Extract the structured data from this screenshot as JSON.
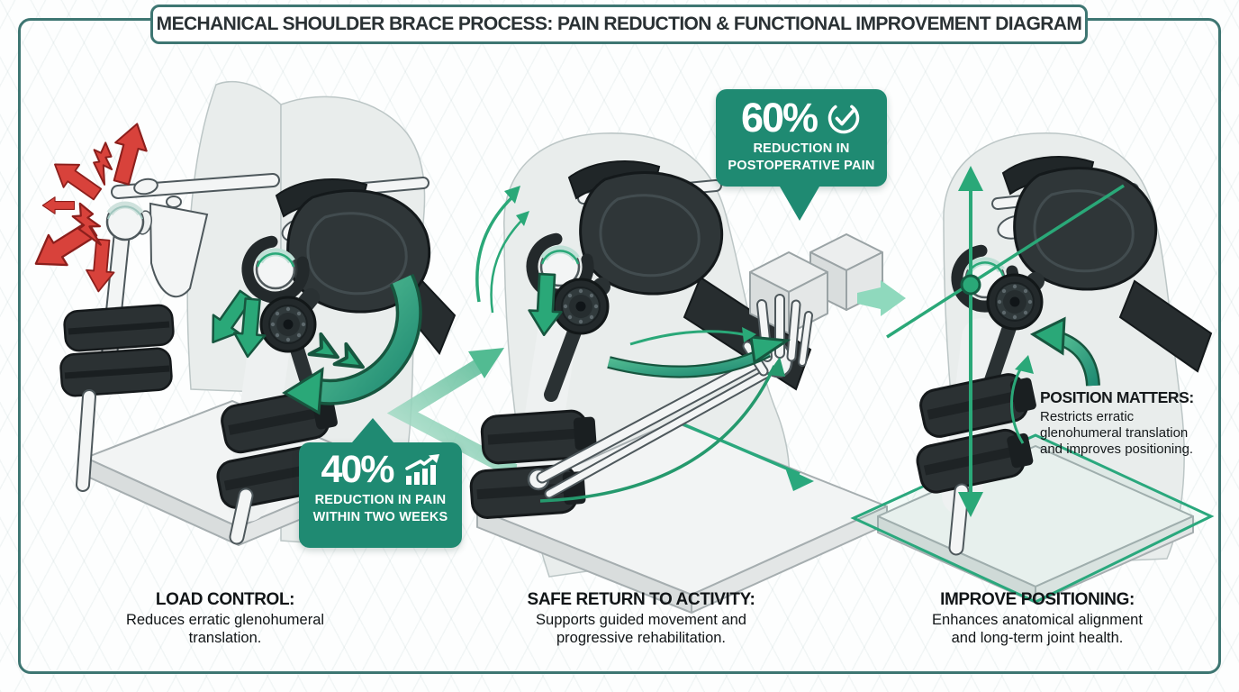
{
  "title": "MECHANICAL SHOULDER BRACE PROCESS: PAIN REDUCTION & FUNCTIONAL IMPROVEMENT DIAGRAM",
  "badges": {
    "b60": {
      "value": "60%",
      "line1": "REDUCTION IN",
      "line2": "POSTOPERATIVE PAIN",
      "icon": "check-circle-icon"
    },
    "b40": {
      "value": "40%",
      "line1": "REDUCTION IN PAIN",
      "line2": "WITHIN TWO WEEKS",
      "icon": "trend-up-chart-icon"
    }
  },
  "note": {
    "heading": "POSITION MATTERS:",
    "body": "Restricts erratic glenohumeral translation and improves positioning."
  },
  "captions": [
    {
      "heading": "LOAD CONTROL:",
      "body": "Reduces erratic glenohumeral translation."
    },
    {
      "heading": "SAFE RETURN TO ACTIVITY:",
      "body": "Supports guided movement and progressive rehabilitation."
    },
    {
      "heading": "IMPROVE POSITIONING:",
      "body": "Enhances anatomical alignment and long-term joint health."
    }
  ],
  "colors": {
    "accent_teal": "#1f8a72",
    "frame_border": "#3e7672",
    "arrow_green": "#2aa878",
    "mint": "#8fd9bd",
    "alert_red": "#d8423b",
    "brace_dark": "#2f3638",
    "text_dark": "#15191b"
  }
}
